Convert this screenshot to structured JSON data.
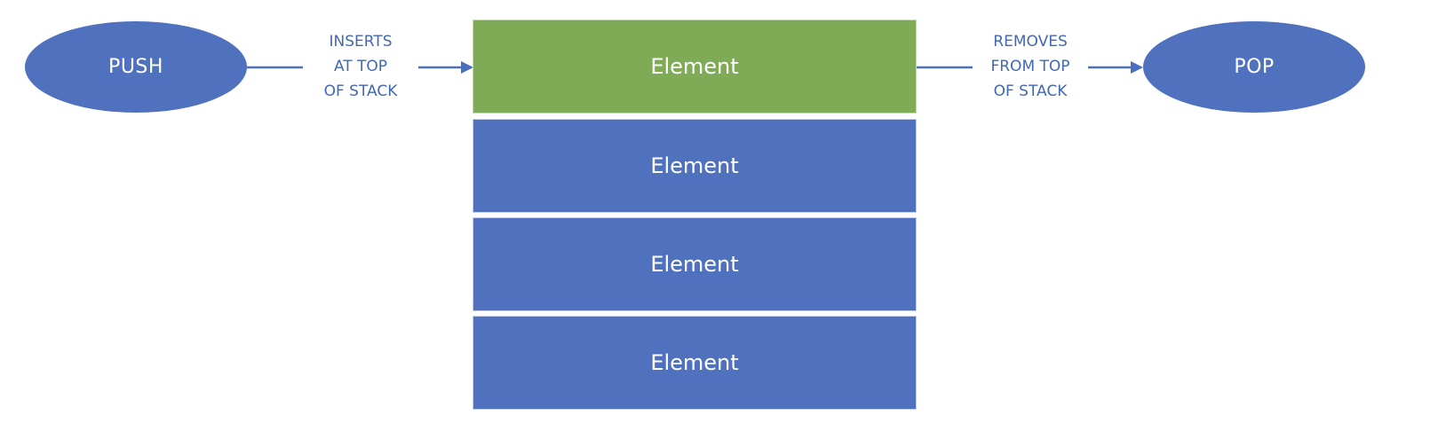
{
  "diagram": {
    "push_node": "PUSH",
    "pop_node": "POP",
    "push_edge_label": [
      "INSERTS",
      "AT TOP",
      "OF STACK"
    ],
    "pop_edge_label": [
      "REMOVES",
      "FROM TOP",
      "OF STACK"
    ],
    "stack_elements": [
      "Element",
      "Element",
      "Element",
      "Element"
    ]
  },
  "colors": {
    "node_blue": "#5072be",
    "top_element_green": "#7fab56",
    "label_text": "#4168b3"
  }
}
